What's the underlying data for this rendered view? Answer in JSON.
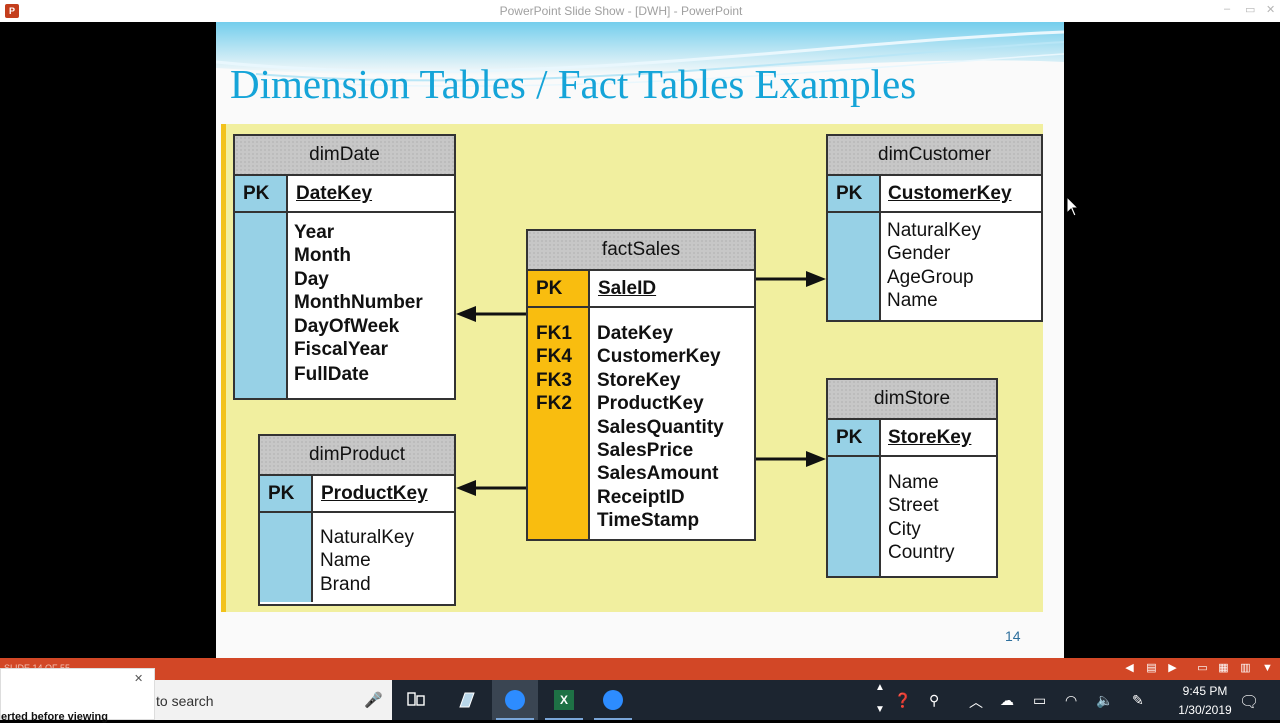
{
  "window": {
    "title": "PowerPoint Slide Show - [DWH] - PowerPoint",
    "app_icon": "P",
    "minimize": "–",
    "restore": "▭",
    "close": "✕"
  },
  "slide": {
    "title": "Dimension Tables / Fact Tables Examples",
    "number": "14"
  },
  "diagram": {
    "fact": {
      "name": "factSales",
      "pk_label": "PK",
      "pk": "SaleID",
      "fk_labels": [
        "FK1",
        "FK4",
        "FK3",
        "FK2"
      ],
      "attributes": [
        "DateKey",
        "CustomerKey",
        "StoreKey",
        "ProductKey",
        "SalesQuantity",
        "SalesPrice",
        "SalesAmount",
        "ReceiptID",
        "TimeStamp"
      ]
    },
    "dimDate": {
      "name": "dimDate",
      "pk_label": "PK",
      "pk": "DateKey",
      "attributes": [
        "Year",
        "Month",
        "Day",
        "MonthNumber",
        "DayOfWeek",
        "FiscalYear",
        "FullDate"
      ]
    },
    "dimCustomer": {
      "name": "dimCustomer",
      "pk_label": "PK",
      "pk": "CustomerKey",
      "attributes": [
        "NaturalKey",
        "Gender",
        "AgeGroup",
        "Name"
      ]
    },
    "dimProduct": {
      "name": "dimProduct",
      "pk_label": "PK",
      "pk": "ProductKey",
      "attributes": [
        "NaturalKey",
        "Name",
        "Brand"
      ]
    },
    "dimStore": {
      "name": "dimStore",
      "pk_label": "PK",
      "pk": "StoreKey",
      "attributes": [
        "Name",
        "Street",
        "City",
        "Country"
      ]
    }
  },
  "statusbar": {
    "slide_counter": "SLIDE 14 OF 55"
  },
  "taskbar": {
    "search_text": "to search",
    "notification_text": "erted before viewing",
    "time": "9:45 PM",
    "date": "1/30/2019"
  },
  "colors": {
    "title": "#15a4d8",
    "dimension_key_column": "#97d1e6",
    "fact_key_column": "#f9bd0f",
    "diagram_background": "#f1ef9f",
    "statusbar": "#d24726"
  }
}
